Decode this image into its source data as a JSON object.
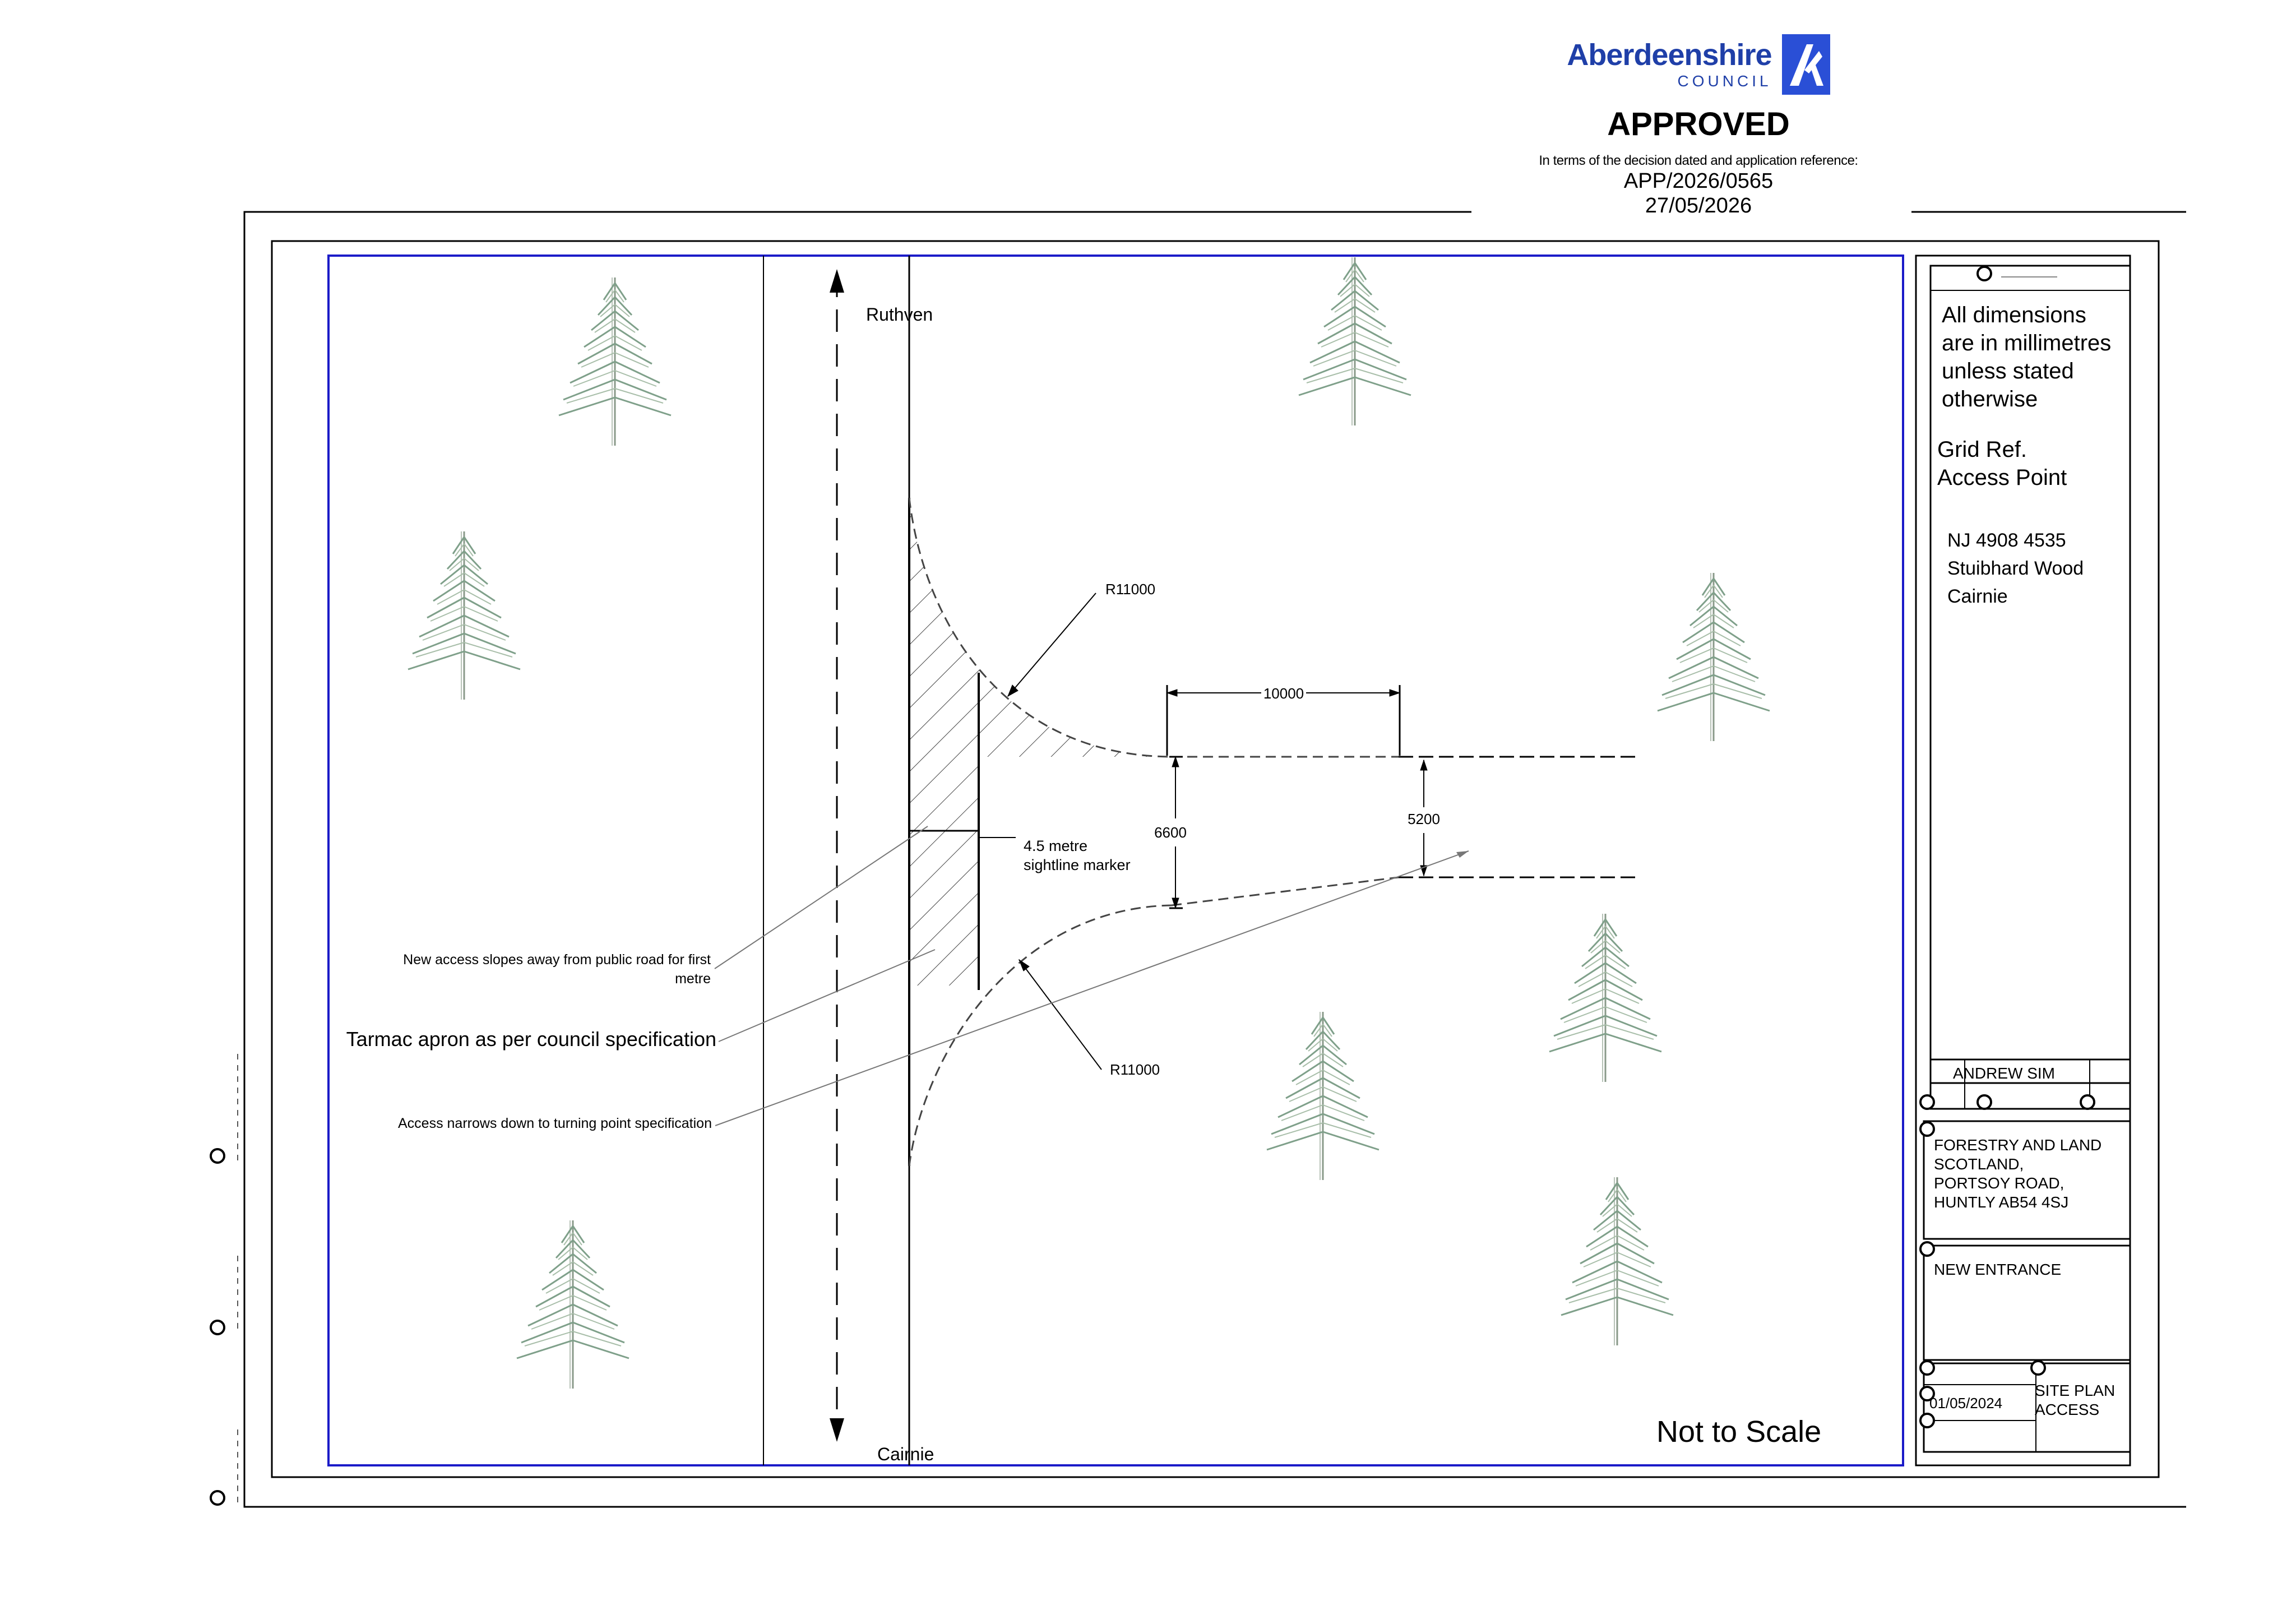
{
  "stamp": {
    "logo_name": "Aberdeenshire",
    "logo_sub": "COUNCIL",
    "status": "APPROVED",
    "note": "In terms of the decision dated and application reference:",
    "reference": "APP/2026/0565",
    "date": "27/05/2026"
  },
  "road": {
    "north_label": "Ruthven",
    "south_label": "Cairnie"
  },
  "dimensions": {
    "radius_top": "R11000",
    "radius_bottom": "R11000",
    "length": "10000",
    "width_mouth": "6600",
    "width_end": "5200"
  },
  "callouts": {
    "sightline_1": "4.5 metre",
    "sightline_2": "sightline marker",
    "slope_1": "New access slopes away from public road for first",
    "slope_2": "metre",
    "apron": "Tarmac apron as per council specification",
    "narrows": "Access narrows down to turning point specification"
  },
  "scale_note": "Not to Scale",
  "title_block": {
    "notes": [
      "All dimensions",
      "are in millimetres",
      "unless stated",
      "otherwise"
    ],
    "grid_label": [
      "Grid Ref.",
      "Access Point"
    ],
    "location": [
      "NJ 4908 4535",
      "Stuibhard Wood",
      "Cairnie"
    ],
    "drawn_by": "ANDREW SIM",
    "client": [
      "FORESTRY AND LAND",
      "SCOTLAND,",
      "PORTSOY ROAD,",
      "HUNTLY AB54 4SJ"
    ],
    "project": "NEW ENTRANCE",
    "date": "01/05/2024",
    "drawing_title": [
      "SITE PLAN",
      "ACCESS"
    ]
  },
  "colors": {
    "border_blue": "#1b1bc8",
    "logo_blue": "#2a4fd6",
    "tree_green": "#7fa08a"
  }
}
